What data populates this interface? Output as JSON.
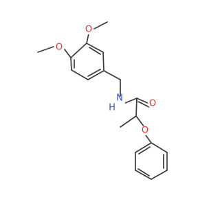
{
  "molecule": {
    "colors": {
      "bond": "#3a3a3a",
      "oxygen": "#e8322a",
      "nitrogen": "#3050e0"
    },
    "labels": {
      "o_methoxy_top": "O",
      "o_methoxy_left": "O",
      "nh": "N",
      "nh_h": "H",
      "o_carbonyl": "O",
      "o_ether": "O"
    }
  }
}
